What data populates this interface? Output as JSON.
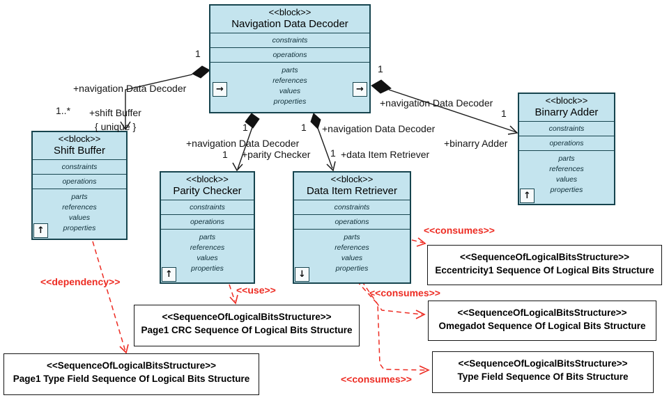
{
  "diagram": {
    "kind": "SysML block definition diagram",
    "colors": {
      "block_fill": "#c4e4ee",
      "block_border": "#16444e",
      "association_line": "#1a1a1a",
      "dependency_red": "#ed2c23",
      "structure_box_fill": "#ffffff"
    }
  },
  "stereotypes": {
    "block": "<<block>>",
    "sequence": "<<SequenceOfLogicalBitsStructure>>",
    "dependency": "<<dependency>>",
    "use": "<<use>>",
    "consumes": "<<consumes>>"
  },
  "compartments": {
    "constraints": "constraints",
    "operations": "operations",
    "parts": "parts",
    "references": "references",
    "values": "values",
    "properties": "properties"
  },
  "blocks": {
    "navigation_data_decoder": "Navigation Data Decoder",
    "shift_buffer": "Shift Buffer",
    "parity_checker": "Parity Checker",
    "data_item_retriever": "Data Item Retriever",
    "binarry_adder": "Binarry Adder"
  },
  "sequence_boxes": {
    "eccentricity": "Eccentricity1 Sequence Of Logical Bits Structure",
    "omegadot": "Omegadot Sequence Of Logical Bits Structure",
    "type_field": "Type Field Sequence Of Bits Structure",
    "page1_crc": "Page1 CRC Sequence Of Logical Bits Structure",
    "page1_type_field": "Page1 Type Field Sequence Of Logical Bits Structure"
  },
  "roles": {
    "navigation_data_decoder": "+navigation Data Decoder",
    "shift_buffer": "+shift Buffer",
    "unique": "{ unique }",
    "binarry_adder": "+binarry Adder",
    "parity_checker": "+parity Checker",
    "data_item_retriever": "+data Item Retriever"
  },
  "multiplicities": {
    "one": "1",
    "one_to_many": "1..*"
  },
  "icons": {
    "port_right": "→",
    "port_up": "↑",
    "port_down": "↓"
  }
}
